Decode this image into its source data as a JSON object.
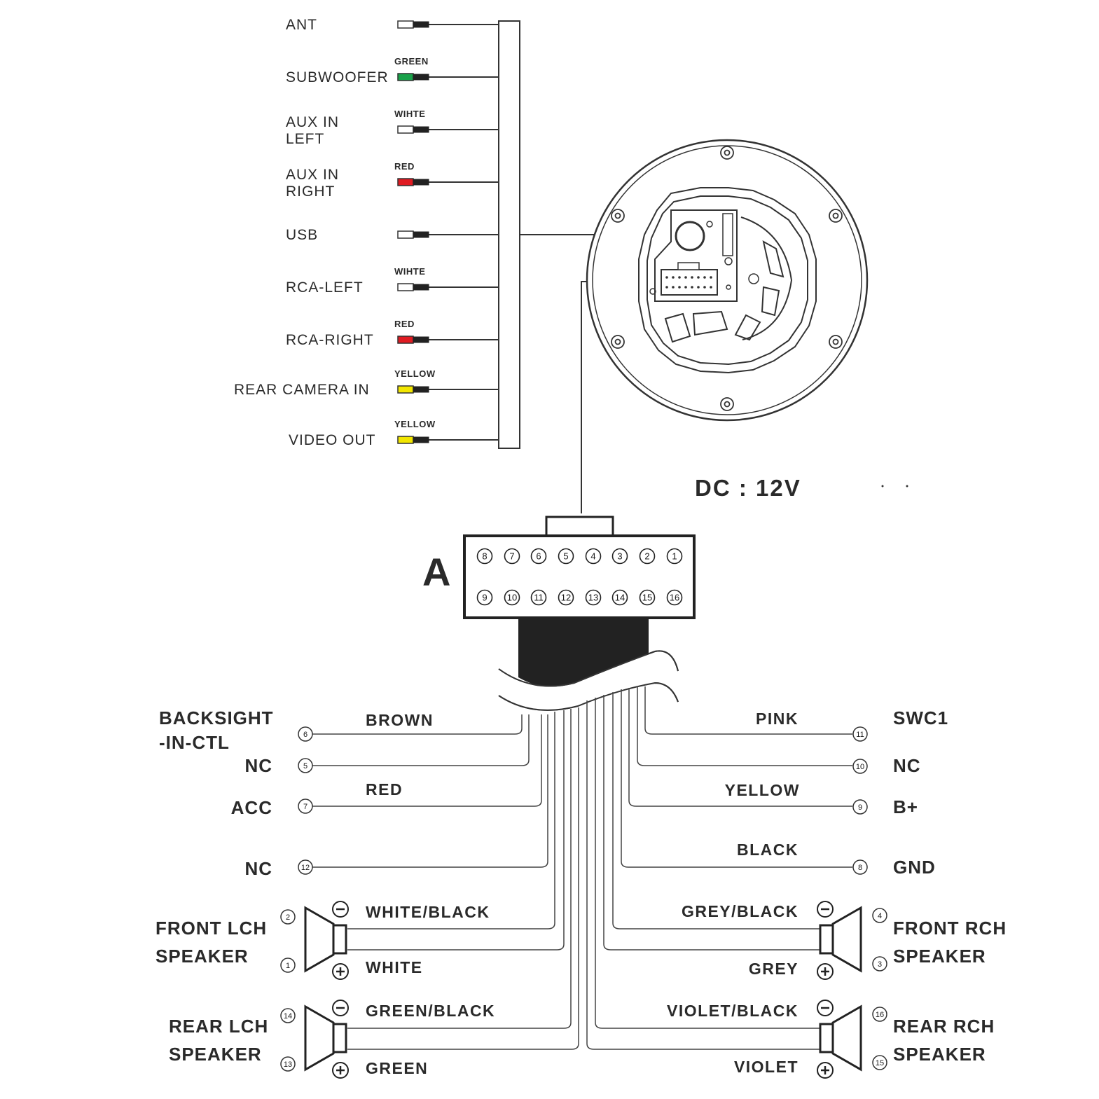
{
  "rca_panel": {
    "items": [
      {
        "id": "ant",
        "label": [
          "ANT"
        ],
        "color_label": "",
        "color": "#ffffff"
      },
      {
        "id": "subwoofer",
        "label": [
          "SUBWOOFER"
        ],
        "color_label": "GREEN",
        "color": "#1aa24a"
      },
      {
        "id": "aux-in-left",
        "label": [
          "AUX IN",
          "LEFT"
        ],
        "color_label": "WIHTE",
        "color": "#ffffff"
      },
      {
        "id": "aux-in-right",
        "label": [
          "AUX IN",
          "RIGHT"
        ],
        "color_label": "RED",
        "color": "#e01b22"
      },
      {
        "id": "usb",
        "label": [
          "USB"
        ],
        "color_label": "",
        "color": "#ffffff"
      },
      {
        "id": "rca-left",
        "label": [
          "RCA-LEFT"
        ],
        "color_label": "WIHTE",
        "color": "#ffffff"
      },
      {
        "id": "rca-right",
        "label": [
          "RCA-RIGHT"
        ],
        "color_label": "RED",
        "color": "#e01b22"
      },
      {
        "id": "rear-camera-in",
        "label": [
          "REAR  CAMERA  IN"
        ],
        "color_label": "YELLOW",
        "color": "#f2e600"
      },
      {
        "id": "video-out",
        "label": [
          "VIDEO OUT"
        ],
        "color_label": "YELLOW",
        "color": "#f2e600"
      }
    ]
  },
  "power": {
    "label": "DC : 12V"
  },
  "connector": {
    "label": "A",
    "top_row": [
      "8",
      "7",
      "6",
      "5",
      "4",
      "3",
      "2",
      "1"
    ],
    "bottom_row": [
      "9",
      "10",
      "11",
      "12",
      "13",
      "14",
      "15",
      "16"
    ]
  },
  "left_wires": [
    {
      "func": [
        "BACKSIGHT",
        "-IN-CTL"
      ],
      "pin": "6",
      "color": "BROWN"
    },
    {
      "func": [
        "NC"
      ],
      "pin": "5",
      "color": ""
    },
    {
      "func": [
        "ACC"
      ],
      "pin": "7",
      "color": "RED"
    },
    {
      "func": [
        "NC"
      ],
      "pin": "12",
      "color": ""
    }
  ],
  "right_wires": [
    {
      "func": "SWC1",
      "pin": "11",
      "color": "PINK"
    },
    {
      "func": "NC",
      "pin": "10",
      "color": ""
    },
    {
      "func": "B+",
      "pin": "9",
      "color": "YELLOW"
    },
    {
      "func": "GND",
      "pin": "8",
      "color": "BLACK"
    }
  ],
  "speakers": [
    {
      "side": "left",
      "func": [
        "FRONT LCH",
        "SPEAKER"
      ],
      "neg_pin": "2",
      "pos_pin": "1",
      "neg_color": "WHITE/BLACK",
      "pos_color": "WHITE"
    },
    {
      "side": "left",
      "func": [
        "REAR LCH",
        "SPEAKER"
      ],
      "neg_pin": "14",
      "pos_pin": "13",
      "neg_color": "GREEN/BLACK",
      "pos_color": "GREEN"
    },
    {
      "side": "right",
      "func": [
        "FRONT RCH",
        "SPEAKER"
      ],
      "neg_pin": "4",
      "pos_pin": "3",
      "neg_color": "GREY/BLACK",
      "pos_color": "GREY"
    },
    {
      "side": "right",
      "func": [
        "REAR RCH",
        "SPEAKER"
      ],
      "neg_pin": "16",
      "pos_pin": "15",
      "neg_color": "VIOLET/BLACK",
      "pos_color": "VIOLET"
    }
  ]
}
